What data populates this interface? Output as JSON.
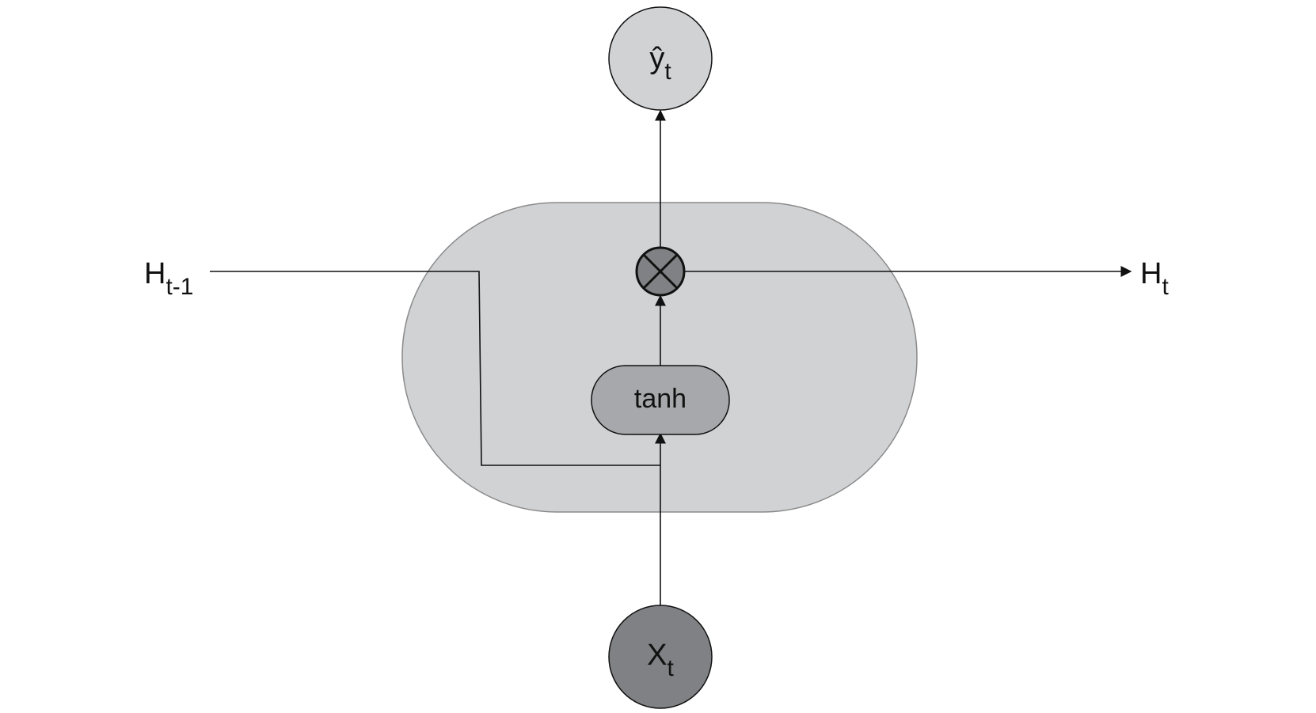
{
  "diagram": {
    "output_node": {
      "base": "ŷ",
      "sub": "t"
    },
    "input_node": {
      "base": "X",
      "sub": "t"
    },
    "activation": {
      "label": "tanh"
    },
    "prev_hidden": {
      "base": "H",
      "sub": "t-1"
    },
    "next_hidden": {
      "base": "H",
      "sub": "t"
    },
    "operation": "multiply",
    "colors": {
      "cell_body": "#d1d2d4",
      "cell_border": "#8a8a8a",
      "output_node": "#d1d2d4",
      "input_node": "#808184",
      "tanh_box": "#a7a8ab",
      "multiply_node": "#808184",
      "line": "#111111"
    },
    "icons": {
      "multiply": "circled-times-icon",
      "arrow": "arrowhead-icon"
    }
  }
}
